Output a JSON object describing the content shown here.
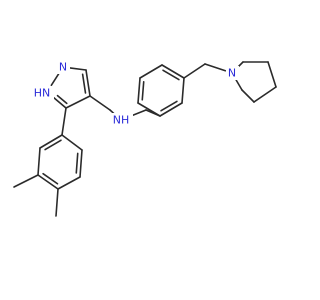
{
  "colors": {
    "bond": "#2b2b2b",
    "nitrogen": "#2b2bd8",
    "background": "#ffffff"
  },
  "atom_labels": {
    "pyrazole_n_top": "N",
    "pyrazole_nh": "HN",
    "amine_nh": "NH",
    "pyrrolidine_n": "N"
  }
}
